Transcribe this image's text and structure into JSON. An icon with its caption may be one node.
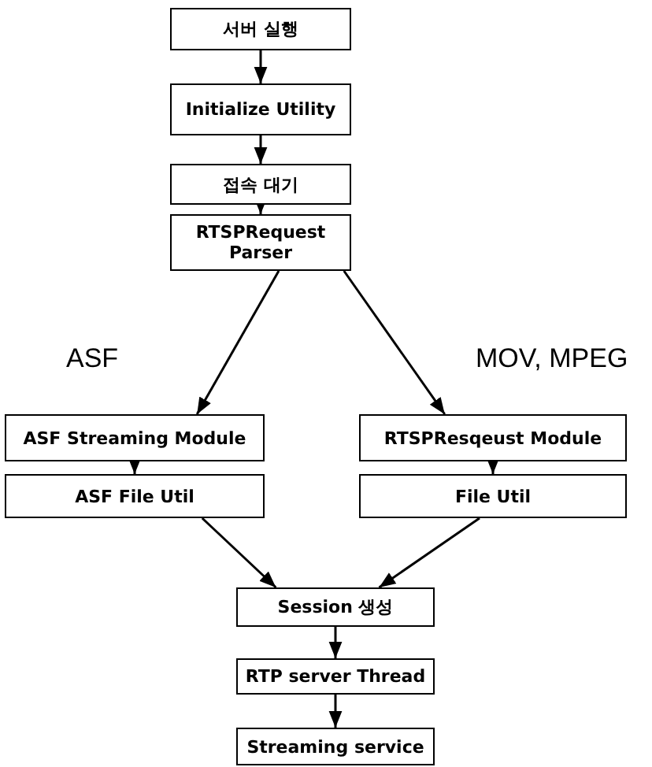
{
  "diagram": {
    "nodes": [
      {
        "text": [
          "서버 실행"
        ]
      },
      {
        "text": [
          "Initialize Utility"
        ]
      },
      {
        "text": [
          "접속 대기"
        ]
      },
      {
        "text": [
          "RTSPRequest Parser"
        ]
      },
      {
        "text": [
          "ASF Streaming Module"
        ]
      },
      {
        "text": [
          "RTSPResqeust Module"
        ]
      },
      {
        "text": [
          "ASF File Util"
        ]
      },
      {
        "text": [
          "File Util"
        ]
      },
      {
        "text": [
          "Session 생성"
        ]
      },
      {
        "text": [
          "RTP server Thread"
        ]
      },
      {
        "text": [
          "Streaming service"
        ]
      }
    ],
    "edges": [
      {
        "from": 0,
        "to": 1,
        "arrow": "to"
      },
      {
        "from": 1,
        "to": 2,
        "arrow": "to"
      },
      {
        "from": 2,
        "to": 3,
        "arrow": "to"
      },
      {
        "from": 3,
        "to": 4,
        "arrow": "to",
        "label": "ASF"
      },
      {
        "from": 3,
        "to": 5,
        "arrow": "to",
        "label": "MOV, MPEG"
      },
      {
        "from": 4,
        "to": 6,
        "arrow": "to"
      },
      {
        "from": 5,
        "to": 7,
        "arrow": "to"
      },
      {
        "from": 6,
        "to": 8,
        "arrow": "to"
      },
      {
        "from": 7,
        "to": 8,
        "arrow": "to"
      },
      {
        "from": 8,
        "to": 9,
        "arrow": "to"
      },
      {
        "from": 9,
        "to": 10,
        "arrow": "to"
      }
    ]
  }
}
